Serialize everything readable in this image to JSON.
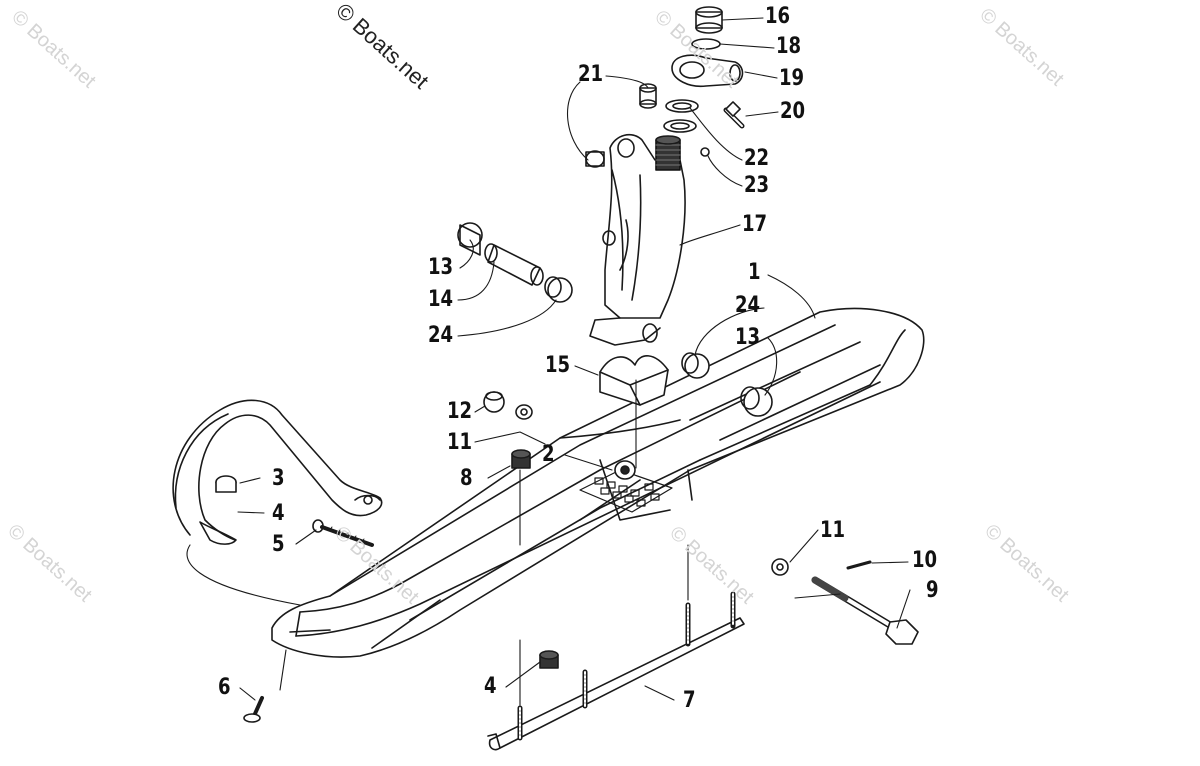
{
  "watermark": {
    "main_text": "© Boats.net",
    "faint_text": "© Boats.net"
  },
  "callouts": [
    {
      "key": "c16",
      "label": "16"
    },
    {
      "key": "c18",
      "label": "18"
    },
    {
      "key": "c19",
      "label": "19"
    },
    {
      "key": "c20",
      "label": "20"
    },
    {
      "key": "c21",
      "label": "21"
    },
    {
      "key": "c22",
      "label": "22"
    },
    {
      "key": "c23",
      "label": "23"
    },
    {
      "key": "c17",
      "label": "17"
    },
    {
      "key": "c1",
      "label": "1"
    },
    {
      "key": "c13a",
      "label": "13"
    },
    {
      "key": "c14",
      "label": "14"
    },
    {
      "key": "c24a",
      "label": "24"
    },
    {
      "key": "c24b",
      "label": "24"
    },
    {
      "key": "c13b",
      "label": "13"
    },
    {
      "key": "c15",
      "label": "15"
    },
    {
      "key": "c12",
      "label": "12"
    },
    {
      "key": "c11a",
      "label": "11"
    },
    {
      "key": "c2",
      "label": "2"
    },
    {
      "key": "c8",
      "label": "8"
    },
    {
      "key": "c3",
      "label": "3"
    },
    {
      "key": "c4a",
      "label": "4"
    },
    {
      "key": "c5",
      "label": "5"
    },
    {
      "key": "c11b",
      "label": "11"
    },
    {
      "key": "c10",
      "label": "10"
    },
    {
      "key": "c9",
      "label": "9"
    },
    {
      "key": "c6",
      "label": "6"
    },
    {
      "key": "c4b",
      "label": "4"
    },
    {
      "key": "c7",
      "label": "7"
    }
  ],
  "colors": {
    "line": "#1a1a1a",
    "watermark": "#d4d4d4",
    "background": "#ffffff"
  }
}
